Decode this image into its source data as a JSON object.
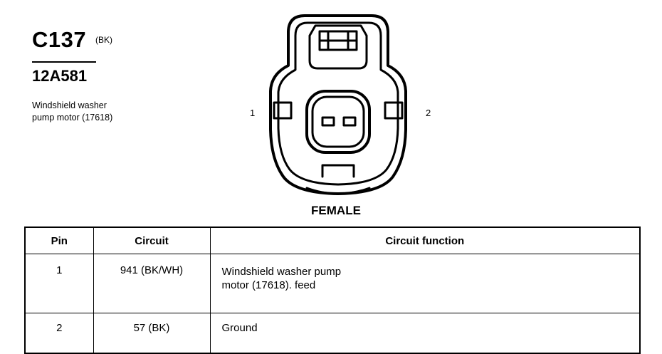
{
  "header": {
    "connector_id": "C137",
    "color_code": "(BK)",
    "part_number": "12A581",
    "description_line1": "Windshield washer",
    "description_line2": "pump motor (17618)"
  },
  "diagram": {
    "pin_left_label": "1",
    "pin_right_label": "2",
    "view_label": "FEMALE"
  },
  "table": {
    "headers": {
      "pin": "Pin",
      "circuit": "Circuit",
      "function": "Circuit function"
    },
    "rows": [
      {
        "pin": "1",
        "circuit": "941 (BK/WH)",
        "function_line1": "Windshield washer pump",
        "function_line2": "motor (17618). feed"
      },
      {
        "pin": "2",
        "circuit": "57 (BK)",
        "function_line1": "Ground"
      }
    ]
  }
}
